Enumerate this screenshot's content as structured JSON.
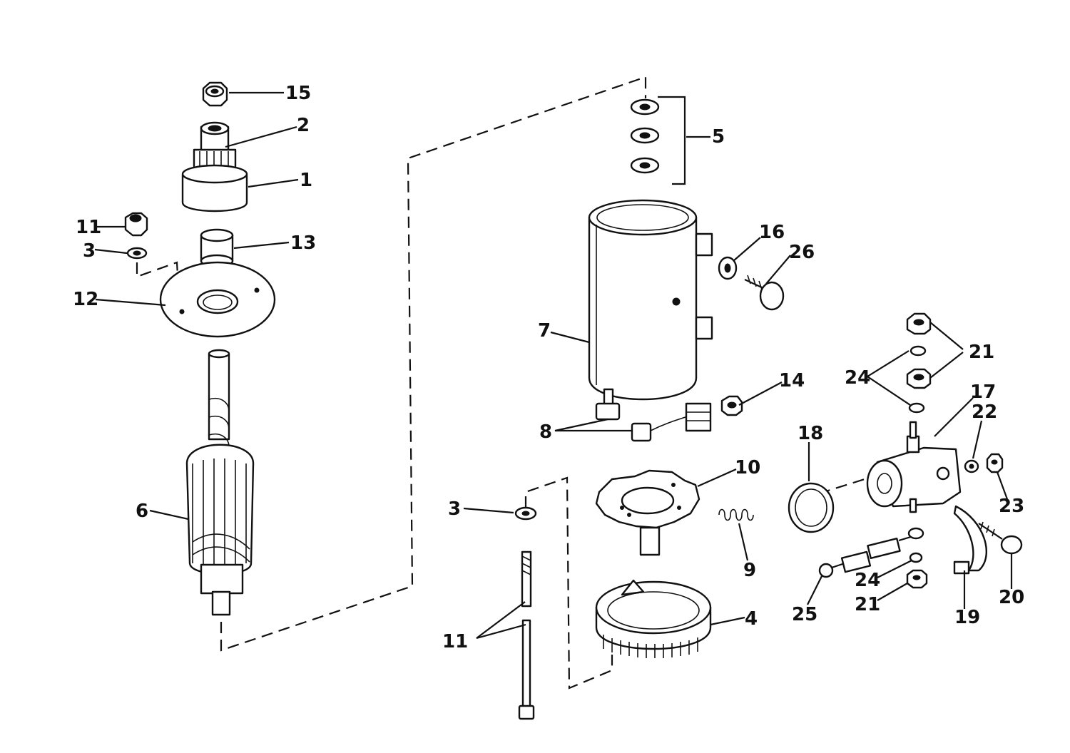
{
  "callouts": {
    "c1": "1",
    "c2": "2",
    "c3a": "3",
    "c3b": "3",
    "c4": "4",
    "c5": "5",
    "c6": "6",
    "c7": "7",
    "c8": "8",
    "c9": "9",
    "c10": "10",
    "c11a": "11",
    "c11b": "11",
    "c12": "12",
    "c13": "13",
    "c14": "14",
    "c15": "15",
    "c16": "16",
    "c17": "17",
    "c18": "18",
    "c19": "19",
    "c20": "20",
    "c21a": "21",
    "c21b": "21",
    "c22": "22",
    "c23": "23",
    "c24a": "24",
    "c24b": "24",
    "c25": "25",
    "c26": "26"
  }
}
